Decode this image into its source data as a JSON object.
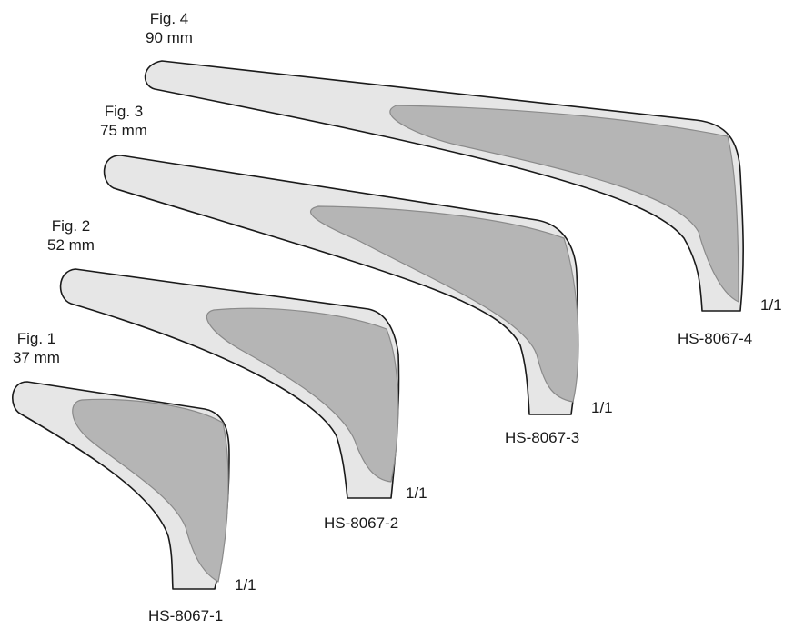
{
  "figures": [
    {
      "fig": "Fig. 1",
      "size": "37 mm",
      "code": "HS-8067-1",
      "scale": "1/1"
    },
    {
      "fig": "Fig. 2",
      "size": "52 mm",
      "code": "HS-8067-2",
      "scale": "1/1"
    },
    {
      "fig": "Fig. 3",
      "size": "75 mm",
      "code": "HS-8067-3",
      "scale": "1/1"
    },
    {
      "fig": "Fig. 4",
      "size": "90 mm",
      "code": "HS-8067-4",
      "scale": "1/1"
    }
  ],
  "colors": {
    "blade": "#e6e6e6",
    "shaded_area": "#b5b5b5",
    "outline": "#1a1a1a"
  }
}
